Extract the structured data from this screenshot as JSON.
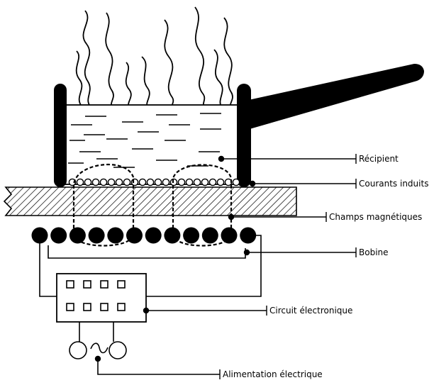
{
  "labels": {
    "recipient": "Récipient",
    "induced_currents": "Courants induits",
    "magnetic_fields": "Champs magnétiques",
    "coil": "Bobine",
    "electronic_circuit": "Circuit électronique",
    "power_supply": "Alimentation électrique"
  },
  "colors": {
    "ink": "#000000",
    "background": "#ffffff"
  }
}
